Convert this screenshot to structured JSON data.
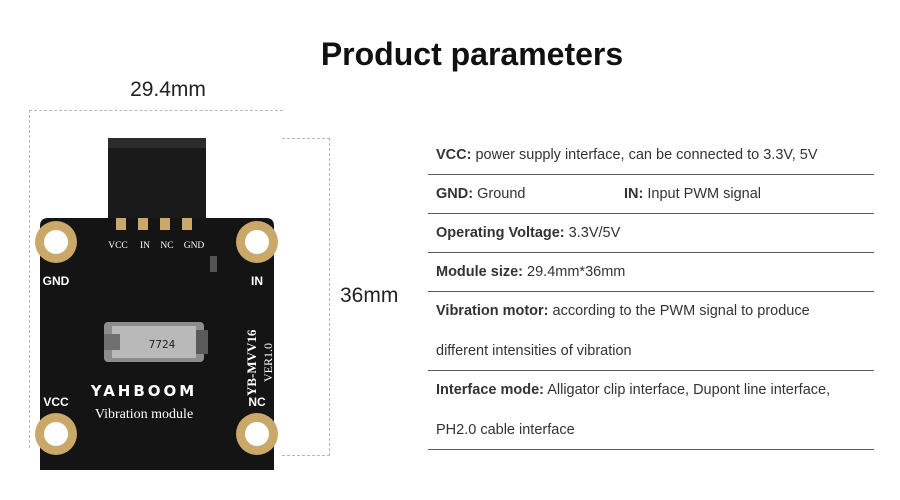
{
  "page": {
    "title": "Product parameters",
    "width_label": "29.4mm",
    "height_label": "36mm"
  },
  "board": {
    "pins": [
      "VCC",
      "IN",
      "NC",
      "GND"
    ],
    "corner_labels": {
      "top_left": "GND",
      "top_right": "IN",
      "bottom_left": "VCC",
      "bottom_right": "NC"
    },
    "model": "YB-MVV16",
    "version": "VER1.0",
    "brand": "YAHBOOM",
    "module_name": "Vibration module",
    "motor_marking": "7724",
    "colors": {
      "pcb": "#141414",
      "pad": "#c9a86a",
      "silk": "#ffffff"
    }
  },
  "parameters": {
    "vcc_label": "VCC:",
    "vcc_value": "power supply interface, can be connected to 3.3V, 5V",
    "gnd_label": "GND:",
    "gnd_value": "Ground",
    "in_label": "IN:",
    "in_value": "Input PWM signal",
    "voltage_label": "Operating Voltage:",
    "voltage_value": "3.3V/5V",
    "size_label": "Module size:",
    "size_value": "29.4mm*36mm",
    "motor_label": "Vibration motor:",
    "motor_value": "according to the PWM signal to produce",
    "motor_value_cont": "different intensities of vibration",
    "interface_label": "Interface mode:",
    "interface_value": "Alligator clip interface, Dupont line interface,",
    "interface_value_cont": "PH2.0 cable interface"
  }
}
